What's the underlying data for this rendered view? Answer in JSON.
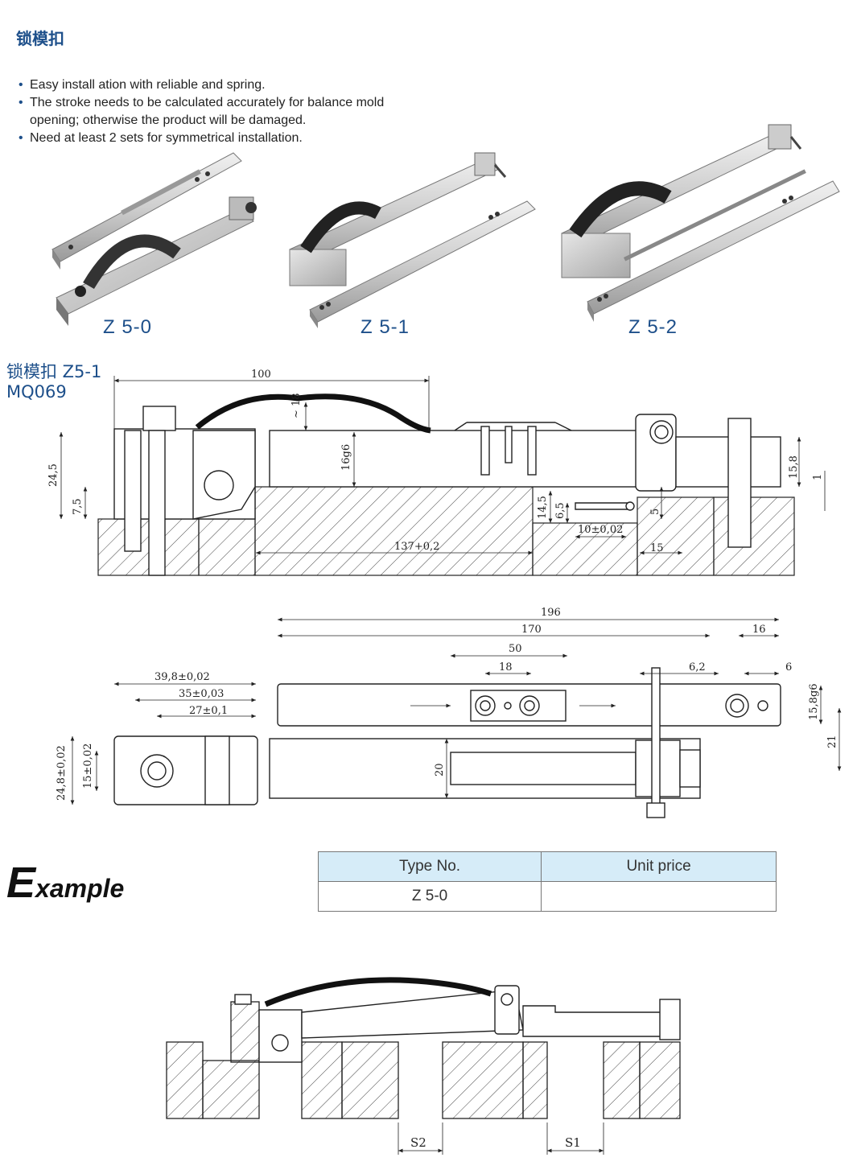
{
  "header": {
    "title": "锁模扣"
  },
  "features": [
    "Easy install ation with reliable and spring.",
    "The stroke needs to be calculated accurately for balance mold opening; otherwise the product will be damaged.",
    "Need at least 2 sets for symmetrical installation."
  ],
  "models": [
    "Z 5-0",
    "Z 5-1",
    "Z 5-2"
  ],
  "drawing": {
    "title": "锁模扣 Z5-1",
    "code": "MQ069",
    "side_dims": [
      "100",
      "~ 18",
      "16g6",
      "24,5",
      "7,5",
      "14,5",
      "6,5",
      "5",
      "10±0,02",
      "137+0,2",
      "15",
      "15,8",
      "1"
    ],
    "top_dims": [
      "196",
      "170",
      "16",
      "50",
      "18",
      "6,2",
      "6",
      "39,8±0,02",
      "35±0,03",
      "27±0,1",
      "24,8±0,02",
      "15±0,02",
      "20",
      "15,8g6",
      "21"
    ]
  },
  "example": {
    "heading_initial": "E",
    "heading_rest": "xample"
  },
  "table": {
    "headers": [
      "Type No.",
      "Unit price"
    ],
    "rows": [
      [
        "Z 5-0",
        ""
      ]
    ]
  },
  "assembly": {
    "labels": [
      "S2",
      "S1"
    ]
  },
  "colors": {
    "accent": "#1d4f8a",
    "table_header": "#d6ecf8"
  }
}
